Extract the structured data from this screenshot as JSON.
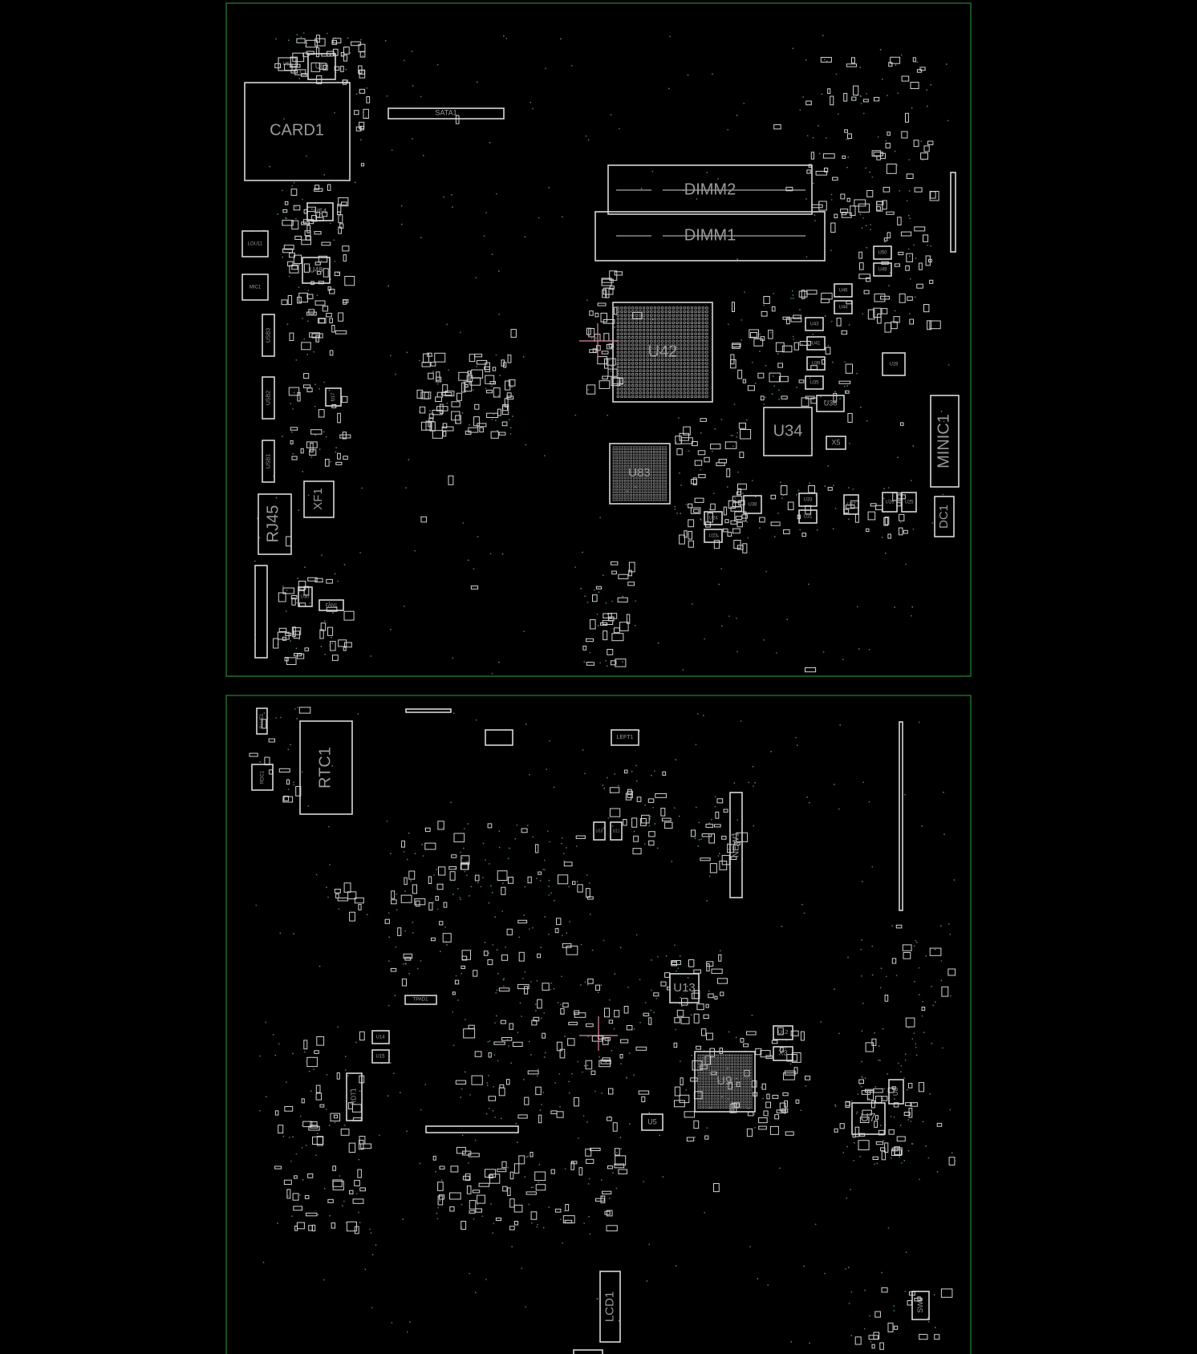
{
  "top_side": {
    "CARD1": "CARD1",
    "U63": "U63",
    "U62": "U62",
    "SATA1": "SATA1",
    "U54": "U54",
    "LOU11": "LOU11",
    "MIC1": "MIC1",
    "U48": "U48",
    "USB3": "USB3",
    "USB2": "USB2",
    "USB1": "USB1",
    "U17": "U17",
    "RJ45": "RJ45",
    "XF1": "XF1",
    "FAN1": "FAN1",
    "U30": "U30",
    "DIMM2": "DIMM2",
    "DIMM1": "DIMM1",
    "U42": "U42",
    "U83": "U83",
    "U34": "U34",
    "MINIC1": "MINIC1",
    "DC1": "DC1",
    "U28": "U28",
    "U36": "U36",
    "X5": "X5",
    "U43": "U43",
    "U41": "U41",
    "U39": "U39",
    "U35": "U35",
    "U50": "U50",
    "U49": "U49",
    "U46": "U46",
    "U44": "U44",
    "U24": "U24",
    "U23": "U23",
    "U33": "U33",
    "U31": "U31",
    "U38": "U38",
    "U27": "U27",
    "U26": "U26",
    "U25": "U25"
  },
  "bottom_side": {
    "BLUE1": "BLUE1",
    "RDC1": "RDC1",
    "RTC1": "RTC1",
    "LEFT1": "LEFT1",
    "NEW1": "NEW1",
    "U13": "U13",
    "U9": "U9",
    "U12": "U12",
    "X3": "X3",
    "U7": "U7",
    "U8": "U8",
    "U5": "U5",
    "RDT1": "RDT1",
    "LCD1": "LCD1",
    "SW2": "SW2",
    "TPAD1": "TPAD1",
    "U14": "U14",
    "U15": "U15",
    "U10": "U10",
    "U11": "U11"
  },
  "colors": {
    "background": "#000000",
    "outline": "#d8d8d8",
    "board_edge": "#1f6b2a",
    "crosshair": "#e08a9a"
  }
}
